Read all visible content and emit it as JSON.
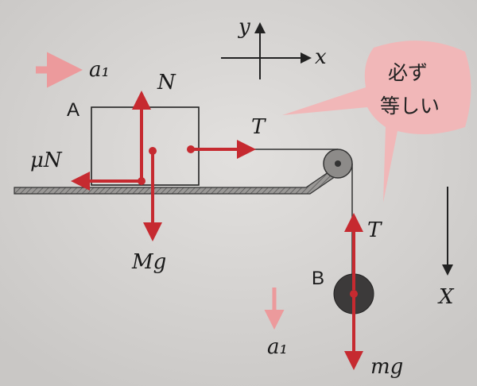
{
  "labels": {
    "block_a": "A",
    "block_b": "B",
    "normal": "N",
    "friction": "μN",
    "tension_a": "T",
    "tension_b": "T",
    "weight_a": "Mg",
    "weight_b": "mg",
    "accel_a": "a₁",
    "accel_b": "a₁",
    "axis_y": "y",
    "axis_x": "x",
    "axis_X": "X"
  },
  "callout": {
    "line1": "必ず",
    "line2": "等しい"
  },
  "colors": {
    "force": "#c62a30",
    "accel": "#ec9a9c",
    "callout": "#f1b7b8",
    "background": "#d6d4d2"
  }
}
